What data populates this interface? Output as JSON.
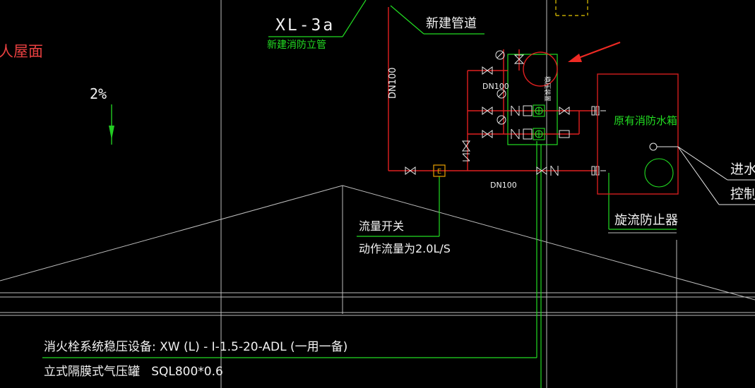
{
  "colors": {
    "background": "#000000",
    "pipe_red": "#e02020",
    "leader_green": "#22dd22",
    "text_white": "#f2f2f2",
    "line_gray": "#bdbdbd",
    "valve_white": "#e8e8e8",
    "tank_red": "#d21e1e",
    "arrow_red": "#ee2a24",
    "text_red": "#e84040",
    "slope_green": "#22cc22",
    "dash_yellow": "#e6c800"
  },
  "labels": {
    "roof": "人屋面",
    "slope": "2%",
    "riser_code": "XL-3a",
    "riser_desc": "新建消防立管",
    "new_pipe": "新建管道",
    "dn_vertical": "DN100",
    "dn_inner": "DN100",
    "dn_bottom": "DN100",
    "pressure_unit": "稳压装置",
    "water_tank": "原有消防水箱",
    "vortex_preventer": "旋流防止器",
    "flow_switch": "流量开关",
    "flow_setting": "动作流量为2.0L/S",
    "equipment": "消火栓系统稳压设备: XW (L) - I-1.5-20-ADL (一用一备)",
    "tank_spec": "立式隔膜式气压罐   SQL800*0.6",
    "inlet_1": "进水",
    "inlet_2": "控制",
    "flow_switch_tag": "E"
  }
}
